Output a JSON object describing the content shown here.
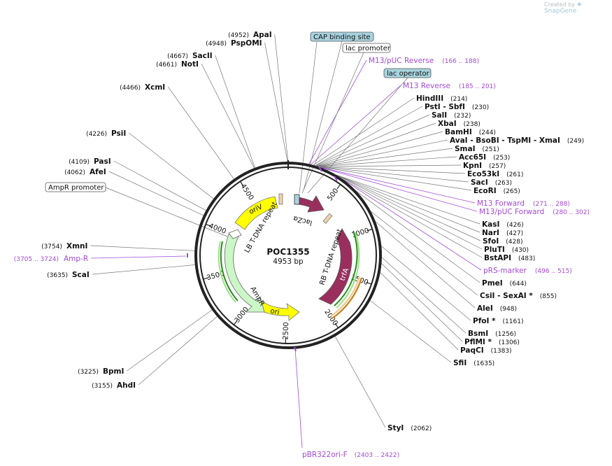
{
  "brand": {
    "created_by": "Created by",
    "app": "SnapGene"
  },
  "plasmid": {
    "name": "POC1355",
    "size": "4953 bp",
    "length": 4953
  },
  "ticks": [
    "500",
    "1000",
    "1500",
    "2000",
    "2500",
    "3000",
    "3500",
    "4000",
    "4500"
  ],
  "features": [
    {
      "name": "lacZα",
      "color": "#9a2f5e"
    },
    {
      "name": "RB T-DNA repeat",
      "color": "#f1d1aa"
    },
    {
      "name": "trfA",
      "color": "#9a2f5e"
    },
    {
      "name": "ori",
      "color": "#ffff00"
    },
    {
      "name": "AmpR",
      "color": "#cbf7c6"
    },
    {
      "name": "LB T-DNA repeat",
      "color": "#f1d1aa"
    },
    {
      "name": "oriV",
      "color": "#ffff00"
    }
  ],
  "boxes": [
    {
      "name": "CAP binding site",
      "fill": "#a7d3de"
    },
    {
      "name": "lac promoter",
      "fill": "#ffffff"
    },
    {
      "name": "lac operator",
      "fill": "#a7d3de"
    },
    {
      "name": "AmpR promoter",
      "fill": "#ffffff"
    }
  ],
  "primers_right": [
    {
      "name": "M13/pUC Reverse",
      "range": "(166 .. 188)"
    },
    {
      "name": "M13 Reverse",
      "range": "(185 .. 201)"
    },
    {
      "name": "M13 Forward",
      "range": "(271 .. 288)"
    },
    {
      "name": "M13/pUC Forward",
      "range": "(280 .. 302)"
    },
    {
      "name": "pRS-marker",
      "range": "(496 .. 515)"
    }
  ],
  "primer_left": {
    "name": "Amp-R",
    "range": "(3705 .. 3724)"
  },
  "primer_bottom": {
    "name": "pBR322ori-F",
    "range": "(2403 .. 2422)"
  },
  "sites_right": [
    {
      "text": "HindIII",
      "num": "(214)"
    },
    {
      "text": "PstI   -  SbfI",
      "num": "(230)"
    },
    {
      "text": "SalI",
      "num": "(232)"
    },
    {
      "text": "XbaI",
      "num": "(238)"
    },
    {
      "text": "BamHI",
      "num": "(244)"
    },
    {
      "text": "AvaI   -  BsoBI   -  TspMI   -  XmaI",
      "num": "(249)"
    },
    {
      "text": "SmaI",
      "num": "(251)"
    },
    {
      "text": "Acc65I",
      "num": "(253)"
    },
    {
      "text": "KpnI",
      "num": "(257)"
    },
    {
      "text": "Eco53kI",
      "num": "(261)"
    },
    {
      "text": "SacI",
      "num": "(263)"
    },
    {
      "text": "EcoRI",
      "num": "(265)"
    },
    {
      "text": "KasI",
      "num": "(426)"
    },
    {
      "text": "NarI",
      "num": "(427)"
    },
    {
      "text": "SfoI",
      "num": "(428)"
    },
    {
      "text": "PluTI",
      "num": "(430)"
    },
    {
      "text": "BstAPI",
      "num": "(483)"
    },
    {
      "text": "PmeI",
      "num": "(644)"
    },
    {
      "text": "CsiI   -  SexAI *",
      "num": "(855)"
    },
    {
      "text": "AleI",
      "num": "(948)"
    },
    {
      "text": "PfoI *",
      "num": "(1161)"
    },
    {
      "text": "BsmI",
      "num": "(1256)"
    },
    {
      "text": "PflMI *",
      "num": "(1306)"
    },
    {
      "text": "PaqCI",
      "num": "(1383)"
    },
    {
      "text": "SfiI",
      "num": "(1635)"
    },
    {
      "text": "StyI",
      "num": "(2062)"
    }
  ],
  "sites_left": [
    {
      "text": "ApaI",
      "num": "(4952)"
    },
    {
      "text": "PspOMI",
      "num": "(4948)"
    },
    {
      "text": "SacII",
      "num": "(4667)"
    },
    {
      "text": "NotI",
      "num": "(4661)"
    },
    {
      "text": "XcmI",
      "num": "(4466)"
    },
    {
      "text": "PsiI",
      "num": "(4226)"
    },
    {
      "text": "PasI",
      "num": "(4109)"
    },
    {
      "text": "AfeI",
      "num": "(4062)"
    },
    {
      "text": "XmnI",
      "num": "(3754)"
    },
    {
      "text": "ScaI",
      "num": "(3635)"
    },
    {
      "text": "BpmI",
      "num": "(3225)"
    },
    {
      "text": "AhdI",
      "num": "(3155)"
    }
  ]
}
